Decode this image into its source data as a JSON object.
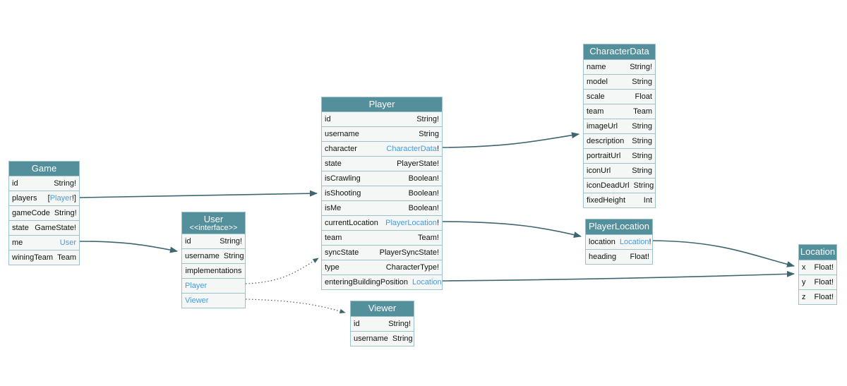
{
  "colors": {
    "header": "#548f9c",
    "link": "#4a9ad8",
    "edge": "#3f6670",
    "border": "#9cc3cb"
  },
  "nodes": [
    {
      "id": "Game",
      "title": "Game",
      "fields": [
        {
          "name": "id",
          "type": "String!"
        },
        {
          "name": "players",
          "type": "[Player!]",
          "link": "Player"
        },
        {
          "name": "gameCode",
          "type": "String!"
        },
        {
          "name": "state",
          "type": "GameState!"
        },
        {
          "name": "me",
          "type": "User",
          "link": "User"
        },
        {
          "name": "winingTeam",
          "type": "Team"
        }
      ]
    },
    {
      "id": "User",
      "title": "User",
      "subtitle": "<<interface>>",
      "fields": [
        {
          "name": "id",
          "type": "String!"
        },
        {
          "name": "username",
          "type": "String"
        },
        {
          "name": "implementations",
          "type": "",
          "heading": true
        },
        {
          "name": "Player",
          "type": "",
          "impl": true
        },
        {
          "name": "Viewer",
          "type": "",
          "impl": true
        }
      ]
    },
    {
      "id": "Player",
      "title": "Player",
      "fields": [
        {
          "name": "id",
          "type": "String!"
        },
        {
          "name": "username",
          "type": "String"
        },
        {
          "name": "character",
          "type": "CharacterData!",
          "link": "CharacterData"
        },
        {
          "name": "state",
          "type": "PlayerState!"
        },
        {
          "name": "isCrawling",
          "type": "Boolean!"
        },
        {
          "name": "isShooting",
          "type": "Boolean!"
        },
        {
          "name": "isMe",
          "type": "Boolean!"
        },
        {
          "name": "currentLocation",
          "type": "PlayerLocation!",
          "link": "PlayerLocation"
        },
        {
          "name": "team",
          "type": "Team!"
        },
        {
          "name": "syncState",
          "type": "PlayerSyncState!"
        },
        {
          "name": "type",
          "type": "CharacterType!"
        },
        {
          "name": "enteringBuildingPosition",
          "type": "Location",
          "link": "Location"
        }
      ]
    },
    {
      "id": "CharacterData",
      "title": "CharacterData",
      "fields": [
        {
          "name": "name",
          "type": "String!"
        },
        {
          "name": "model",
          "type": "String"
        },
        {
          "name": "scale",
          "type": "Float"
        },
        {
          "name": "team",
          "type": "Team"
        },
        {
          "name": "imageUrl",
          "type": "String"
        },
        {
          "name": "description",
          "type": "String"
        },
        {
          "name": "portraitUrl",
          "type": "String"
        },
        {
          "name": "iconUrl",
          "type": "String"
        },
        {
          "name": "iconDeadUrl",
          "type": "String"
        },
        {
          "name": "fixedHeight",
          "type": "Int"
        }
      ]
    },
    {
      "id": "PlayerLocation",
      "title": "PlayerLocation",
      "fields": [
        {
          "name": "location",
          "type": "Location!",
          "link": "Location"
        },
        {
          "name": "heading",
          "type": "Float!"
        }
      ]
    },
    {
      "id": "Location",
      "title": "Location",
      "fields": [
        {
          "name": "x",
          "type": "Float!"
        },
        {
          "name": "y",
          "type": "Float!"
        },
        {
          "name": "z",
          "type": "Float!"
        }
      ]
    },
    {
      "id": "Viewer",
      "title": "Viewer",
      "fields": [
        {
          "name": "id",
          "type": "String!"
        },
        {
          "name": "username",
          "type": "String"
        }
      ]
    }
  ]
}
